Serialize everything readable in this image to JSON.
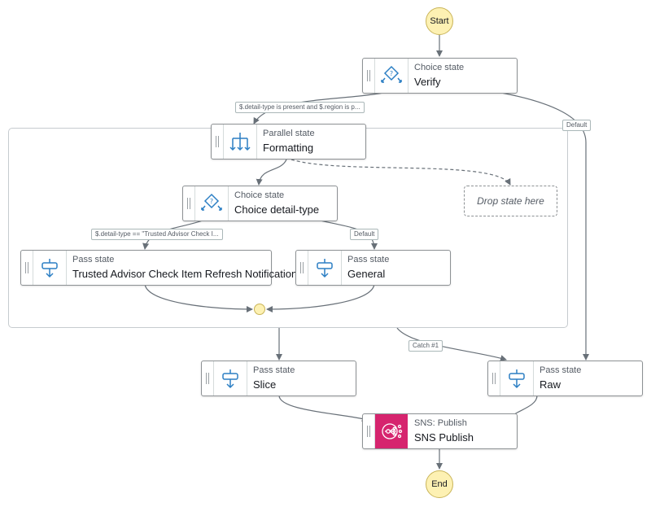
{
  "terminals": {
    "start": "Start",
    "end": "End"
  },
  "nodes": {
    "verify": {
      "type": "Choice state",
      "name": "Verify",
      "icon": "choice-icon"
    },
    "formatting": {
      "type": "Parallel state",
      "name": "Formatting",
      "icon": "parallel-icon"
    },
    "choice_detail": {
      "type": "Choice state",
      "name": "Choice detail-type",
      "icon": "choice-icon"
    },
    "trusted_advisor": {
      "type": "Pass state",
      "name": "Trusted Advisor Check Item Refresh Notification",
      "icon": "pass-icon"
    },
    "general": {
      "type": "Pass state",
      "name": "General",
      "icon": "pass-icon"
    },
    "slice": {
      "type": "Pass state",
      "name": "Slice",
      "icon": "pass-icon"
    },
    "raw": {
      "type": "Pass state",
      "name": "Raw",
      "icon": "pass-icon"
    },
    "sns_publish": {
      "type": "SNS: Publish",
      "name": "SNS Publish",
      "icon": "sns-icon"
    }
  },
  "drop_zone": {
    "label": "Drop state here"
  },
  "edge_labels": {
    "verify_rule": "$.detail-type is present and $.region is p...",
    "verify_default": "Default",
    "choice_rule": "$.detail-type == \"Trusted Advisor Check I...",
    "choice_default": "Default",
    "catch": "Catch #1"
  },
  "colors": {
    "sns_accent": "#d6246e",
    "terminal_fill": "#fdf1b3",
    "icon_blue": "#2c7fc4",
    "edge": "#687078"
  }
}
